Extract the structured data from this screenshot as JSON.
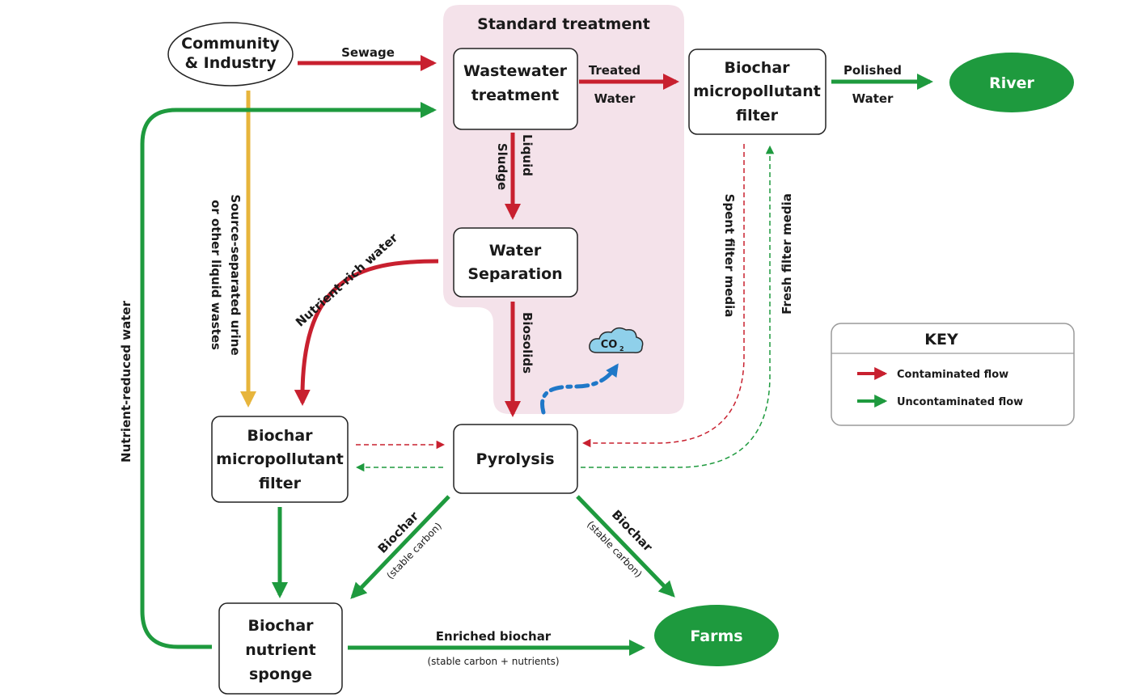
{
  "colors": {
    "contaminated": "#c8202f",
    "uncontaminated": "#1e9a3e",
    "source_separated": "#e7b53c",
    "co2_arrow": "#1f78c8",
    "co2_cloud": "#8fd0ea",
    "standard_bg": "#f4e2ea"
  },
  "standard_treatment": {
    "title": "Standard treatment"
  },
  "nodes": {
    "community": [
      "Community",
      "& Industry"
    ],
    "wastewater": [
      "Wastewater",
      "treatment"
    ],
    "biochar_filter_top": [
      "Biochar",
      "micropollutant",
      "filter"
    ],
    "river": "River",
    "water_separation": [
      "Water",
      "Separation"
    ],
    "co2": "CO",
    "co2_sub": "2",
    "pyrolysis": "Pyrolysis",
    "biochar_filter_left": [
      "Biochar",
      "micropollutant",
      "filter"
    ],
    "sponge": [
      "Biochar",
      "nutrient",
      "sponge"
    ],
    "farms": "Farms"
  },
  "flows": {
    "sewage": "Sewage",
    "treated": "Treated",
    "treated_water": "Water",
    "polished": "Polished",
    "polished_water": "Water",
    "liquid": "Liquid",
    "sludge": "Sludge",
    "biosolids": "Biosolids",
    "nutrient_rich": "Nutrient-rich water",
    "source_separated_1": "Source-separated urine",
    "source_separated_2": "or other liquid wastes",
    "nutrient_reduced": "Nutrient-reduced water",
    "spent_media": "Spent filter media",
    "fresh_media": "Fresh filter media",
    "biochar_left": "Biochar",
    "biochar_left_sub": "(stable carbon)",
    "biochar_right": "Biochar",
    "biochar_right_sub": "(stable carbon)",
    "enriched": "Enriched biochar",
    "enriched_sub": "(stable carbon + nutrients)"
  },
  "key": {
    "title": "KEY",
    "contaminated": "Contaminated flow",
    "uncontaminated": "Uncontaminated flow"
  }
}
